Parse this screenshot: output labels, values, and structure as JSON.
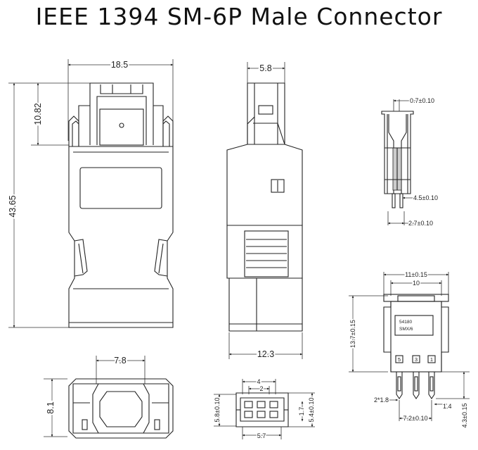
{
  "title": "IEEE 1394 SM-6P Male Connector",
  "front_view": {
    "width": "18.5",
    "height": "43.65",
    "head": "10.82"
  },
  "side_view": {
    "top": "5.8",
    "bottom": "12.3"
  },
  "pin_view": {
    "top": "0.7±0.10",
    "mid": "4.5±0.10",
    "bottom": "2.7±0.10"
  },
  "pcb_view": {
    "outer_w": "11±0.15",
    "inner_w": "10",
    "height": "13.7±0.15",
    "label_line1": "54180",
    "label_line2": "SMX/6",
    "pin_numbers": [
      "5",
      "3",
      "1"
    ],
    "pitch": "2*1.8",
    "pin_gap": "1.4",
    "pin_span": "7.2±0.10",
    "lead": "4.3±0.15"
  },
  "end_view": {
    "width": "7.8",
    "height": "8.1"
  },
  "socket_view": {
    "a": "4",
    "b": "2",
    "left": "5.8±0.10",
    "right1": "1.7",
    "right2": "5.4±0.10",
    "bottom": "5.7"
  }
}
